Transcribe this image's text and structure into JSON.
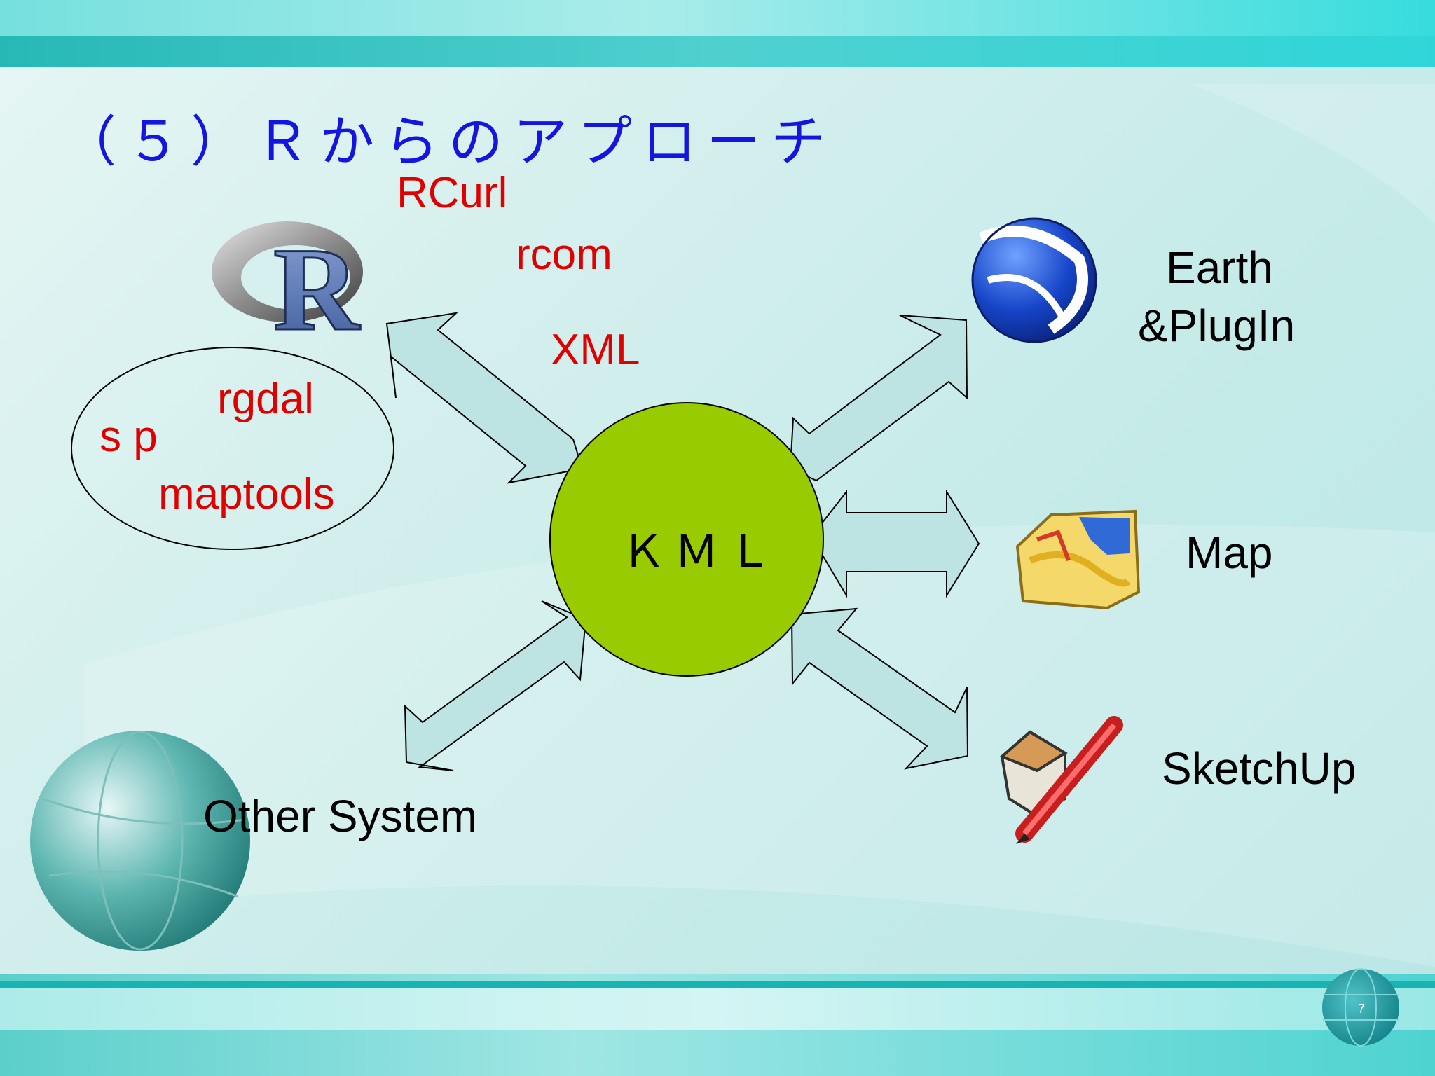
{
  "title": "（５）Ｒからのアプローチ",
  "center_node": "ＫＭＬ",
  "r_labels": [
    "RCurl",
    "rcom",
    "XML"
  ],
  "r_packages": [
    "rgdal",
    "s p",
    "maptools"
  ],
  "targets": {
    "earth_line1": "Earth",
    "earth_line2": "&PlugIn",
    "map": "Map",
    "sketchup": "SketchUp",
    "other": "Other System"
  },
  "page_number": "7",
  "colors": {
    "title": "#1515e0",
    "package_text": "#e00000",
    "kml_circle": "#99cc00",
    "arrow_fill": "#bde3e3"
  },
  "icons": [
    "r-logo-icon",
    "google-earth-icon",
    "map-icon",
    "sketchup-icon",
    "globe-icon"
  ]
}
